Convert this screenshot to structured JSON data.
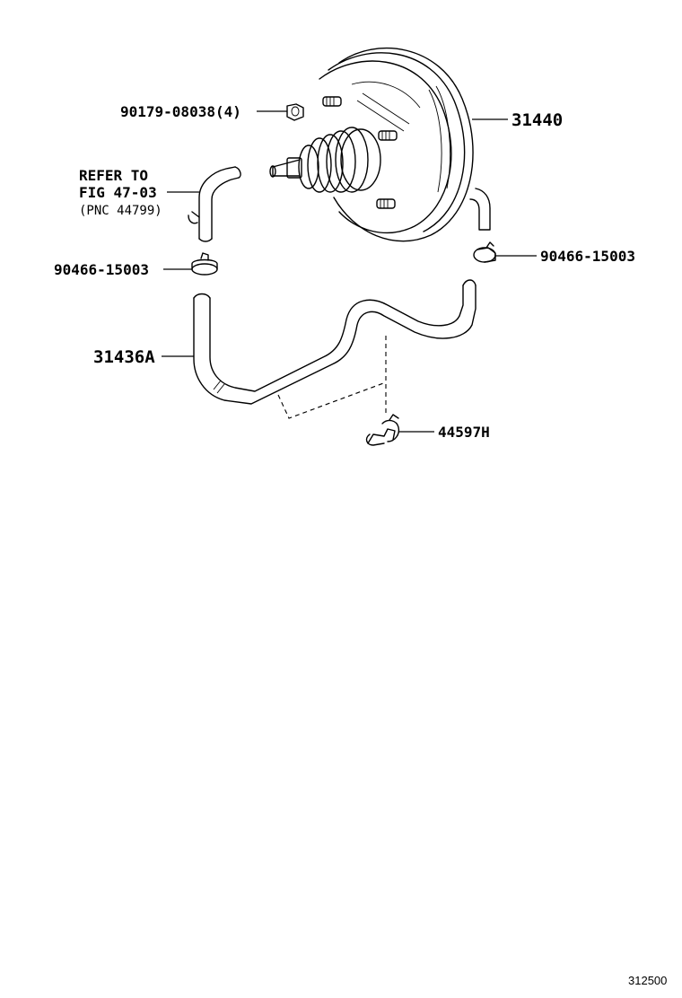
{
  "callouts": {
    "nut": "90179-08038(4)",
    "booster": "31440",
    "refer_line1": "REFER TO",
    "refer_line2": "FIG 47-03",
    "refer_line3": "(PNC 44799)",
    "clamp_left": "90466-15003",
    "clamp_right": "90466-15003",
    "hose": "31436A",
    "clip": "44597H"
  },
  "figure_number": "312500"
}
